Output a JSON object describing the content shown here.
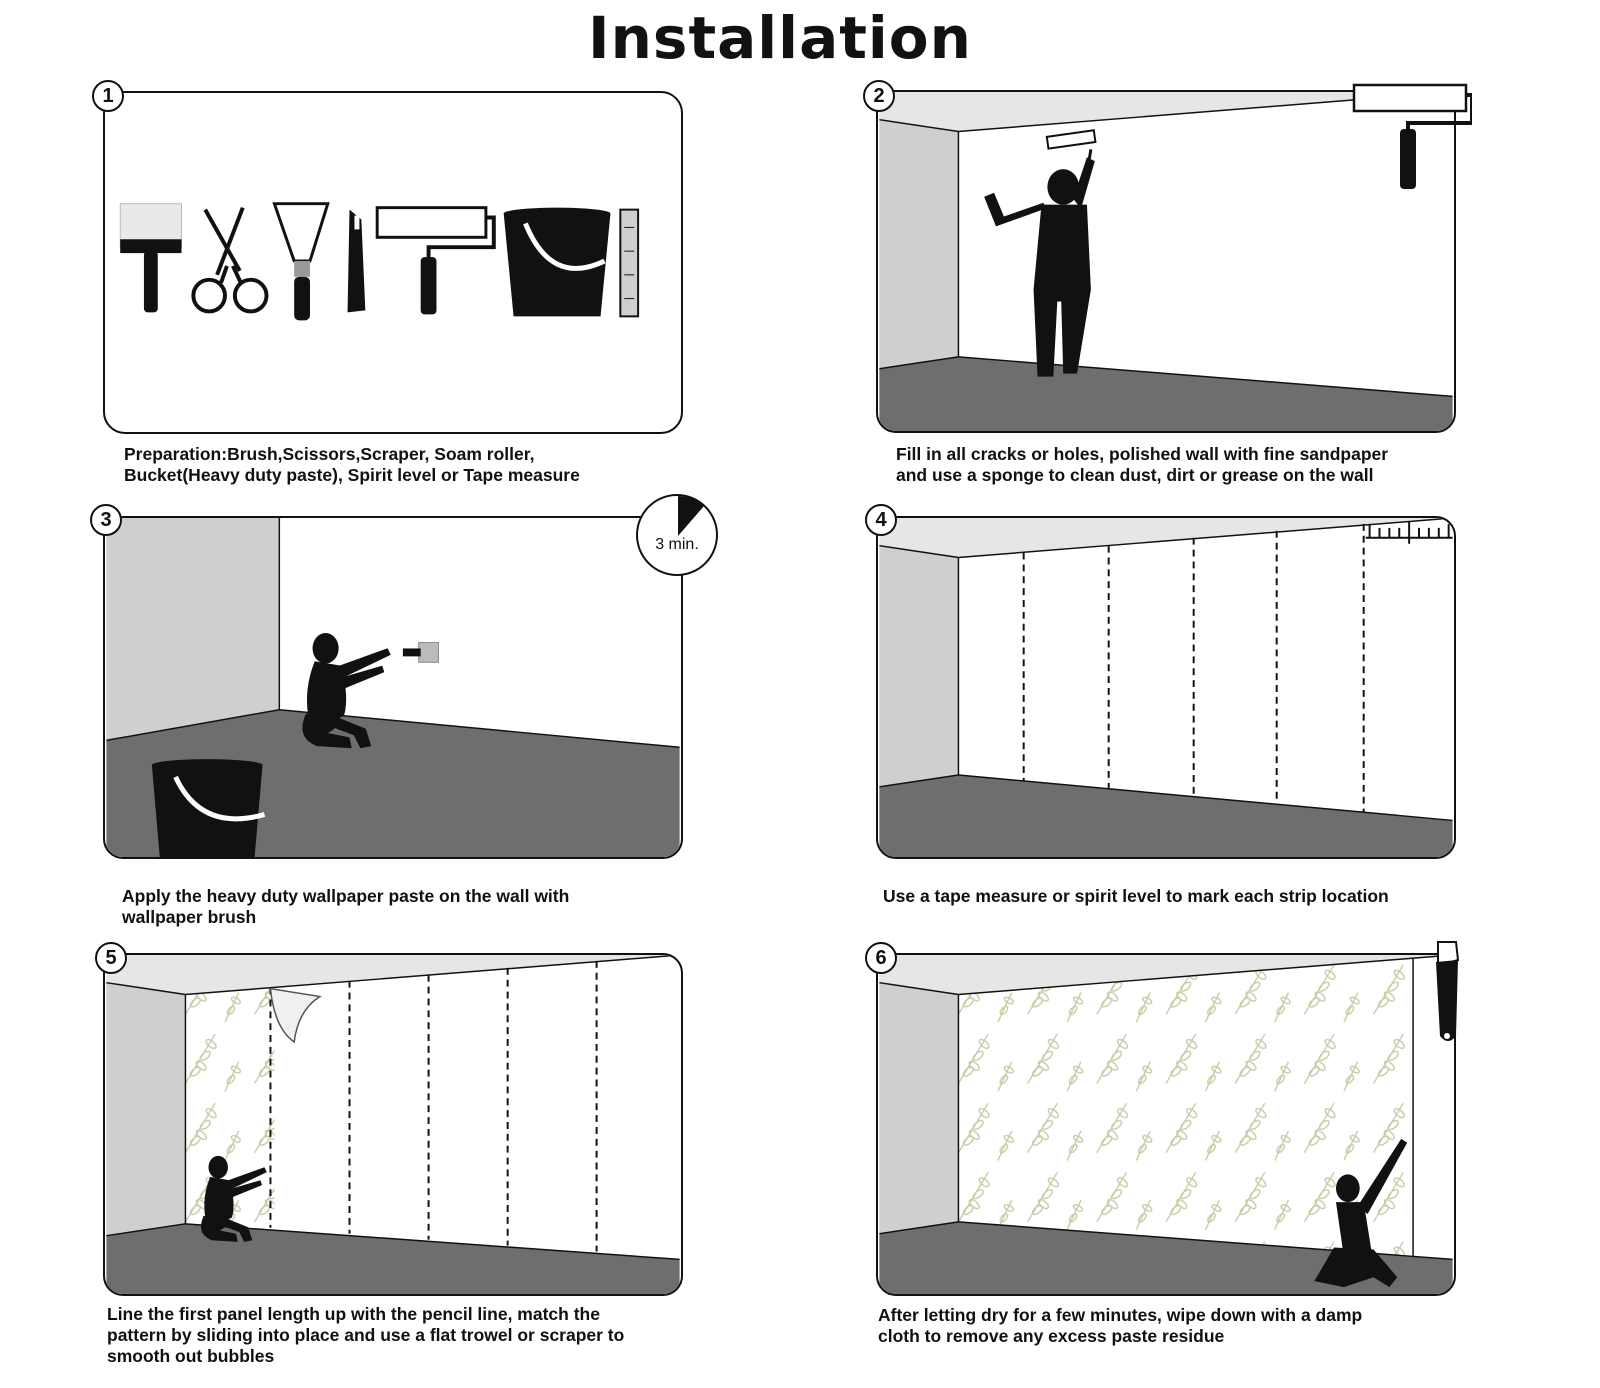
{
  "title": "Installation",
  "steps": [
    {
      "number": "1",
      "caption": "Preparation:Brush,Scissors,Scraper, Soam roller,\nBucket(Heavy duty paste), Spirit level or Tape measure"
    },
    {
      "number": "2",
      "caption": "Fill in all cracks or holes, polished wall with fine sandpaper\nand use a sponge to clean dust, dirt or grease on the wall"
    },
    {
      "number": "3",
      "caption": "Apply the heavy duty wallpaper paste on the wall with\nwallpaper brush",
      "timer": "3 min."
    },
    {
      "number": "4",
      "caption": "Use a tape measure or spirit level to mark each strip location"
    },
    {
      "number": "5",
      "caption": "   Line the first panel length up with the pencil line, match the\npattern by sliding into place and use a flat trowel or scraper to\nsmooth out bubbles"
    },
    {
      "number": "6",
      "caption": "After letting dry for a few minutes, wipe down with a damp\ncloth to remove any excess paste residue"
    }
  ],
  "colors": {
    "floor": "#6e6e6e",
    "side_wall": "#cfcfcf",
    "ceiling": "#e6e6e6",
    "silhouette": "#111111",
    "wallpaper_leaf": "#c9c9a4"
  }
}
